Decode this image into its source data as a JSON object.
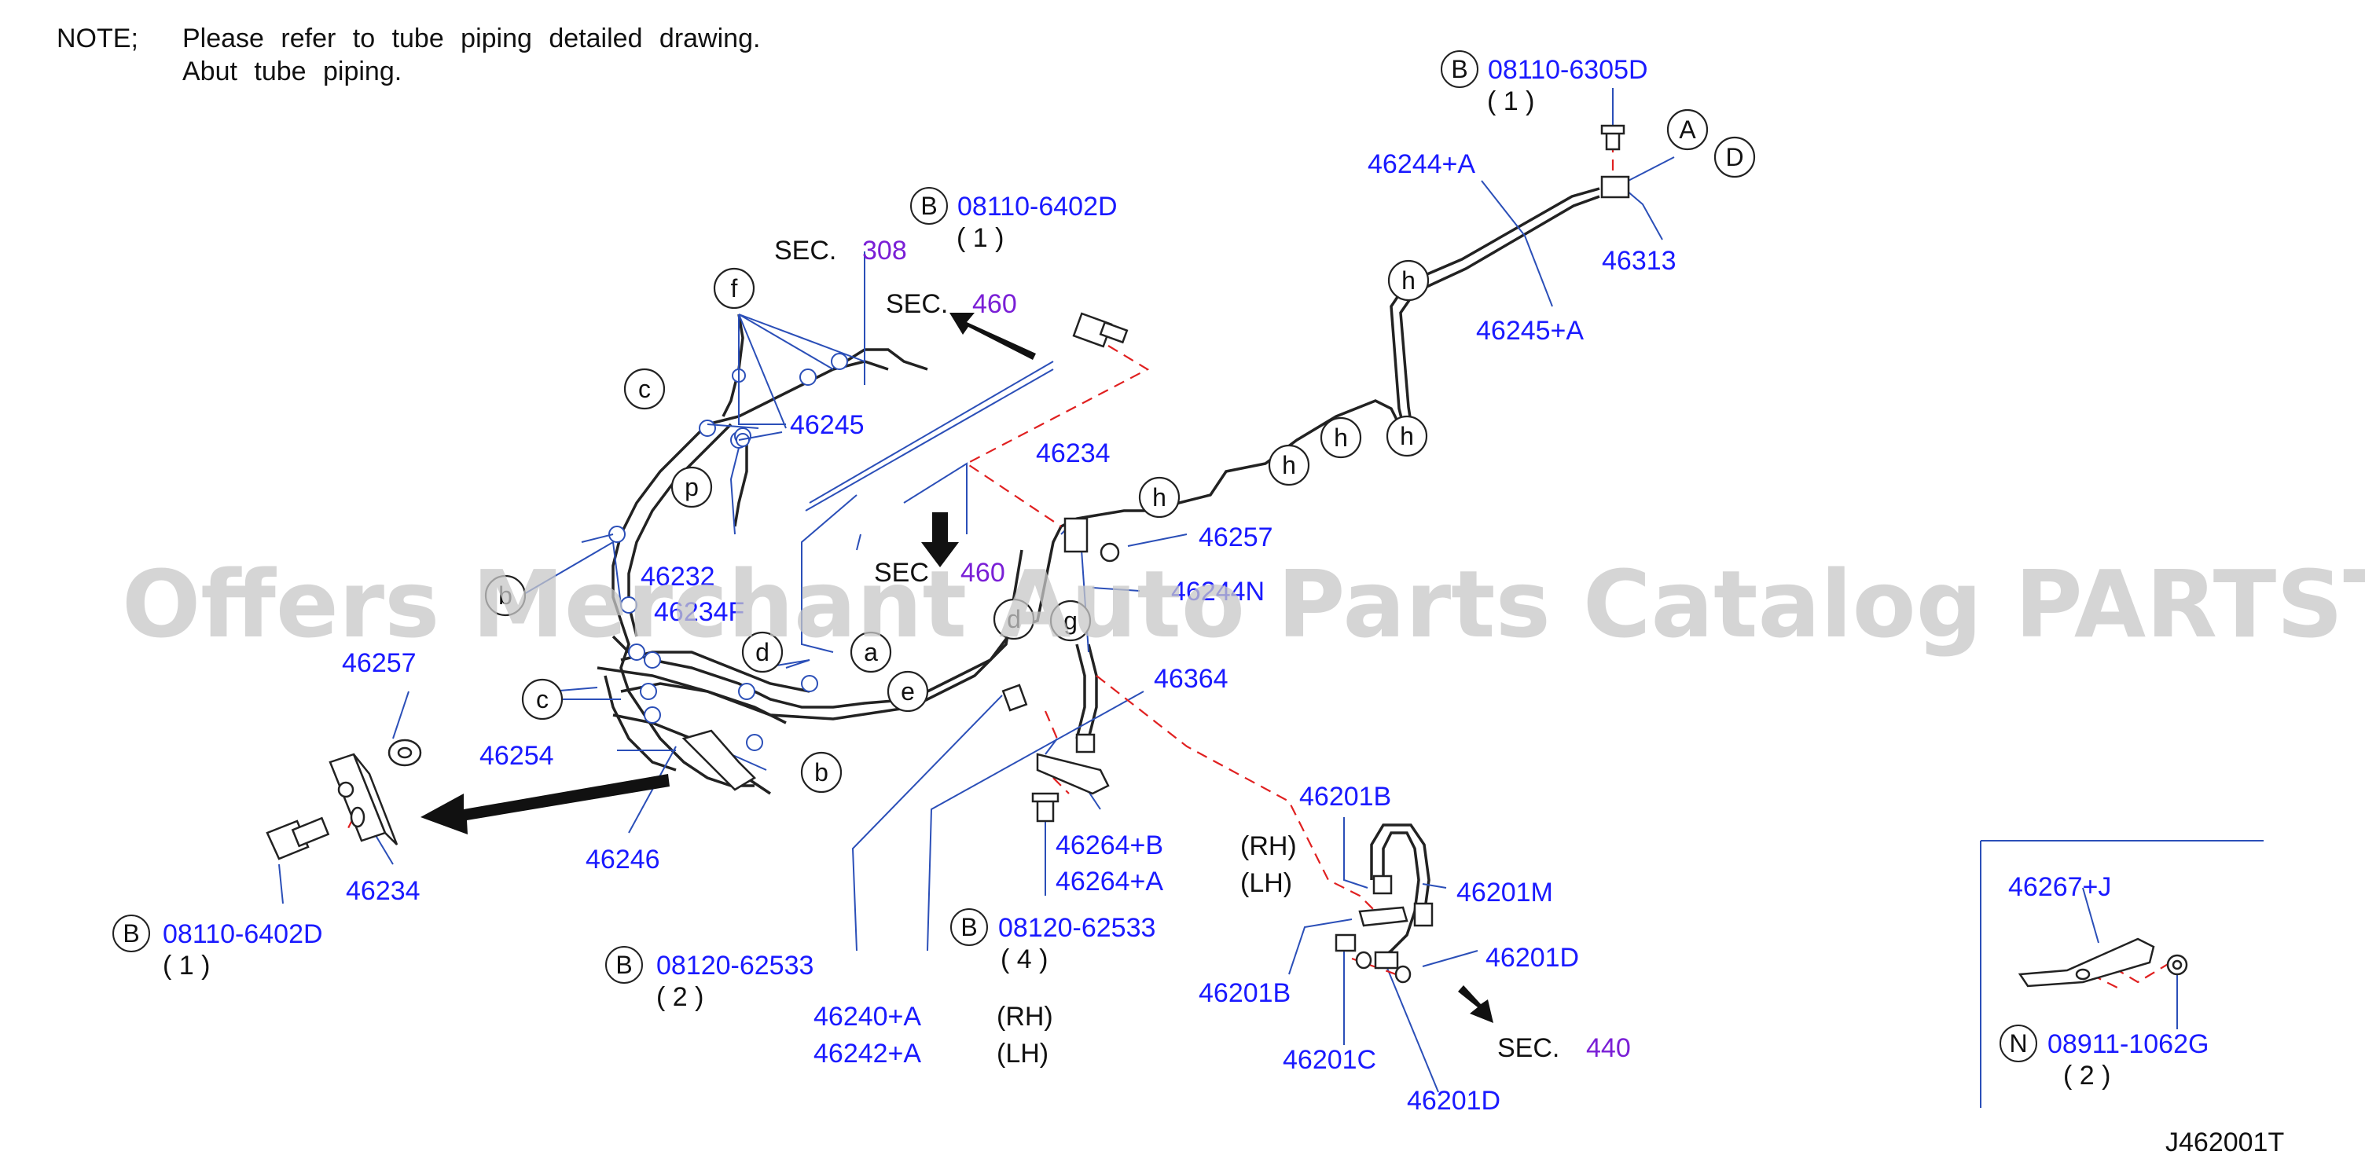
{
  "note": {
    "label": "NOTE;",
    "line1": "Please refer to tube piping detailed drawing.",
    "line2": "Abut tube piping."
  },
  "watermark": "Offers Merchant Auto Parts Catalog PARTSTORE.SA",
  "diagram_code": "J462001T",
  "callouts": {
    "bolt_top_right": {
      "prefix": "B",
      "part": "08110-6305D",
      "qty": "( 1 )"
    },
    "bolt_top_mid": {
      "prefix": "B",
      "part": "08110-6402D",
      "qty": "( 1 )"
    },
    "bolt_bottom_left": {
      "prefix": "B",
      "part": "08110-6402D",
      "qty": "( 1 )"
    },
    "bolt_mid": {
      "prefix": "B",
      "part": "08120-62533",
      "qty": "( 2 )"
    },
    "bolt_bracket": {
      "prefix": "B",
      "part": "08120-62533",
      "qty": "( 4 )"
    },
    "nut": {
      "prefix": "N",
      "part": "08911-1062G",
      "qty": "( 2 )"
    }
  },
  "parts": {
    "p46244A": "46244+A",
    "p46245A": "46245+A",
    "p46313": "46313",
    "p46245": "46245",
    "p46234_top": "46234",
    "p46257_top": "46257",
    "p46232": "46232",
    "p46234F": "46234F",
    "p46244N": "46244N",
    "p46364": "46364",
    "p46257_left": "46257",
    "p46254": "46254",
    "p46246": "46246",
    "p46234_left": "46234",
    "p46264B": "46264+B",
    "p46264A": "46264+A",
    "p46240A": "46240+A",
    "p46242A": "46242+A",
    "p46201B_top": "46201B",
    "p46201M": "46201M",
    "p46201B_bot": "46201B",
    "p46201D_right": "46201D",
    "p46201C": "46201C",
    "p46201D_bot": "46201D",
    "p46267J": "46267+J"
  },
  "side": {
    "rh1": "(RH)",
    "lh1": "(LH)",
    "rh2": "(RH)",
    "lh2": "(LH)"
  },
  "sections": {
    "sec308": {
      "label": "SEC.",
      "num": "308"
    },
    "sec460a": {
      "label": "SEC.",
      "num": "460"
    },
    "sec460b": {
      "label": "SEC",
      "num": "460"
    },
    "sec440": {
      "label": "SEC.",
      "num": "440"
    }
  },
  "letters": {
    "A": "A",
    "D": "D",
    "h": "h",
    "f": "f",
    "c": "c",
    "p": "p",
    "d": "d",
    "a": "a",
    "e": "e",
    "b": "b",
    "g": "g"
  },
  "colors": {
    "part_label": "#1a1aff",
    "section_num": "#7a1fd6",
    "leader": "#2b4fb8",
    "dashed": "#e02020"
  }
}
